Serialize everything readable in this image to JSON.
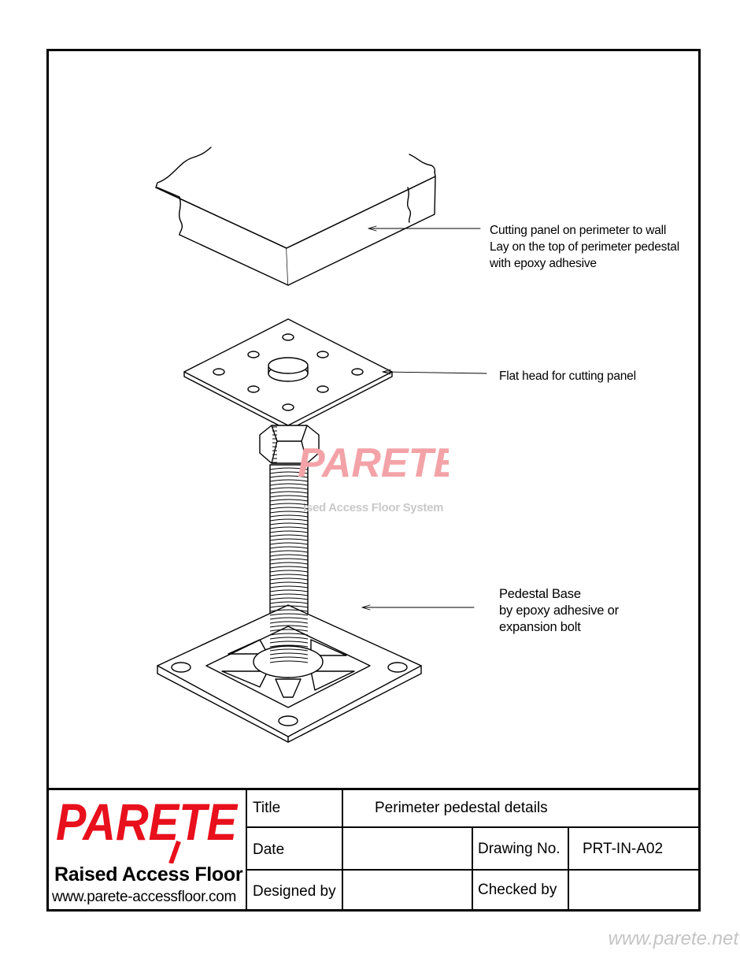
{
  "callouts": {
    "panel": [
      "Cutting panel on perimeter to wall",
      "Lay on the top of perimeter pedestal",
      "with epoxy adhesive"
    ],
    "head": [
      "Flat head for cutting panel"
    ],
    "base": [
      "Pedestal Base",
      "by epoxy adhesive or",
      "expansion bolt"
    ]
  },
  "watermark": {
    "logo_text": "PARETE",
    "subtitle": "ised Access Floor System"
  },
  "title_block": {
    "logo_text": "PARETE",
    "brand_name": "Raised Access Floor",
    "brand_url": "www.parete-accessfloor.com",
    "title_label": "Title",
    "title_value": "Perimeter pedestal details",
    "date_label": "Date",
    "date_value": "",
    "drawing_no_label": "Drawing No.",
    "drawing_no_value": "PRT-IN-A02",
    "designed_by_label": "Designed by",
    "designed_by_value": "",
    "checked_by_label": "Checked by",
    "checked_by_value": ""
  },
  "footer_url": "www.parete.net",
  "colors": {
    "brand_red": "#e8101c",
    "watermark_red": "#f08a8f",
    "line": "#000000"
  }
}
